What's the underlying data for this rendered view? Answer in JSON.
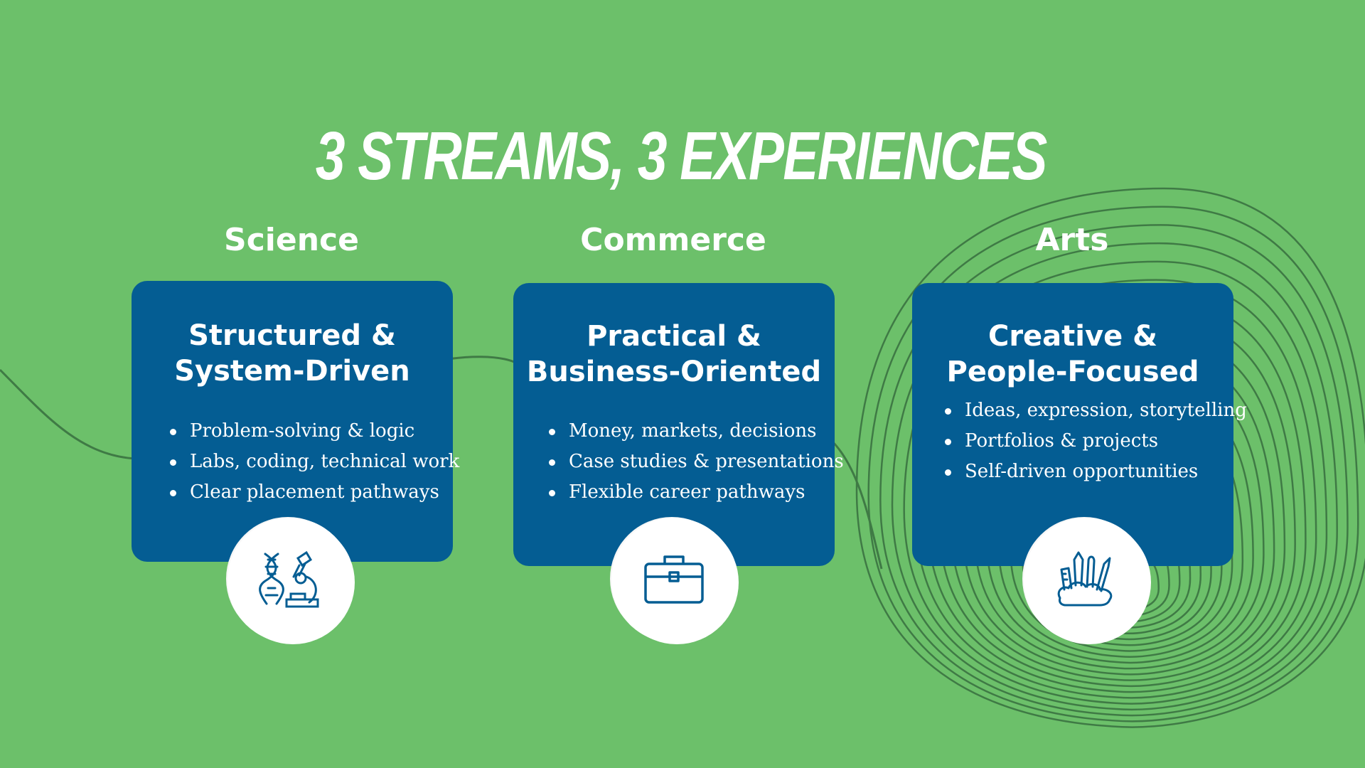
{
  "slide": {
    "title": "3 STREAMS, 3 EXPERIENCES",
    "colors": {
      "background": "#6cc06a",
      "card": "#045d93",
      "text": "#ffffff",
      "lines": "#3f7a45"
    }
  },
  "streams": [
    {
      "label": "Science",
      "title_line1": "Structured &",
      "title_line2": "System-Driven",
      "bullets": [
        "Problem-solving & logic",
        "Labs, coding, technical work",
        "Clear placement pathways"
      ],
      "icon": "dna-microscope-icon"
    },
    {
      "label": "Commerce",
      "title_line1": "Practical &",
      "title_line2": "Business-Oriented",
      "bullets": [
        "Money, markets, decisions",
        "Case studies & presentations",
        "Flexible career pathways"
      ],
      "icon": "briefcase-icon"
    },
    {
      "label": "Arts",
      "title_line1": "Creative &",
      "title_line2": "People-Focused",
      "bullets": [
        "Ideas, expression, storytelling",
        "Portfolios & projects",
        "Self-driven opportunities"
      ],
      "icon": "art-supplies-icon"
    }
  ]
}
